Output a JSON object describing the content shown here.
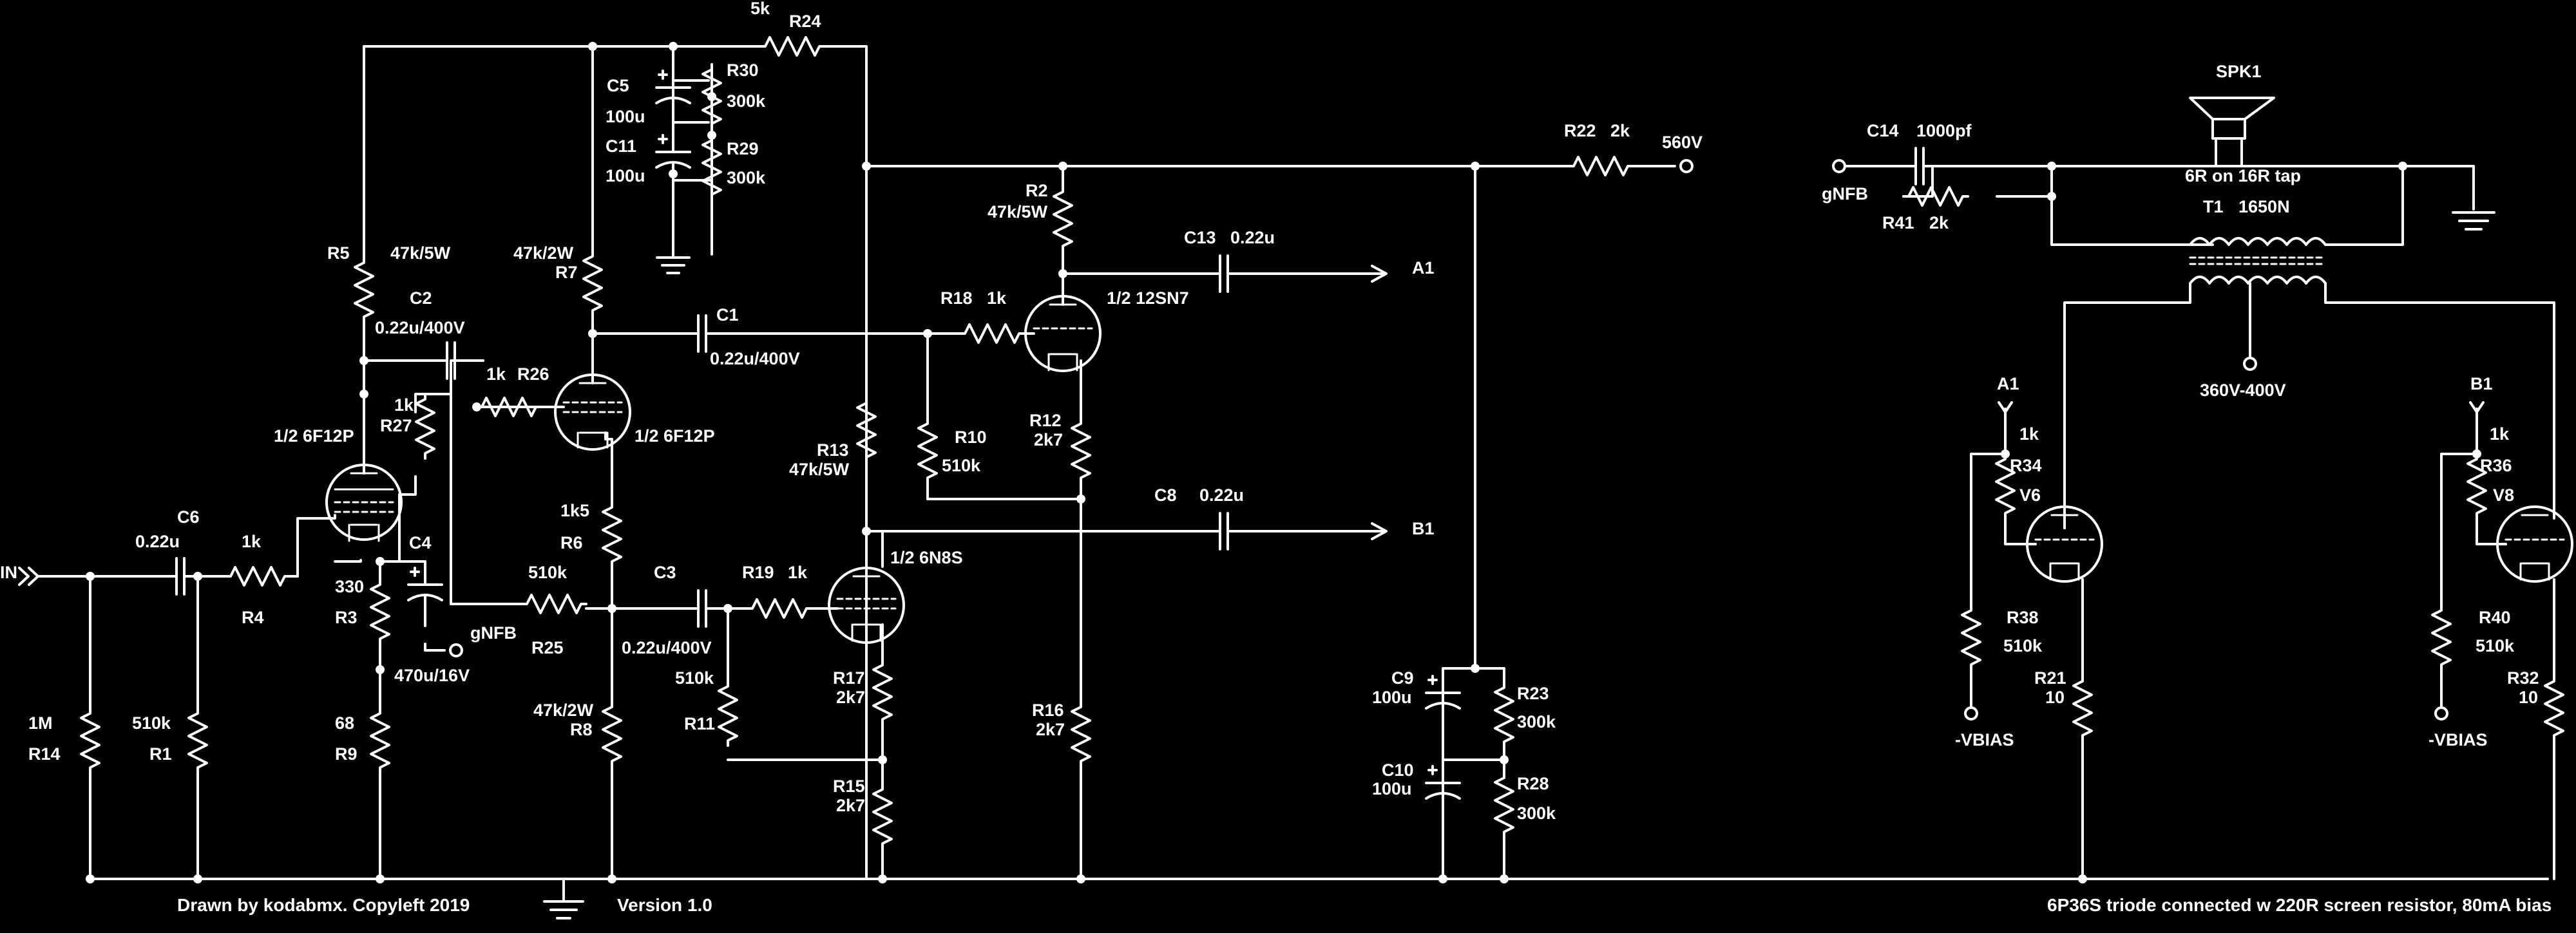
{
  "credit": "Drawn by kodabmx. Copyleft 2019",
  "version": "Version 1.0",
  "note": "6P36S triode connected w 220R screen resistor, 80mA bias",
  "labels": {
    "r24_value": "5k",
    "r24": "R24",
    "c5": "C5",
    "c5_value": "100u",
    "c11": "C11",
    "c11_value": "100u",
    "r30": "R30",
    "r30_value": "300k",
    "r29": "R29",
    "r29_value": "300k",
    "r5": "R5",
    "r5_value": "47k/5W",
    "r7_value": "47k/2W",
    "r7": "R7",
    "c2": "C2",
    "c2_value": "0.22u/400V",
    "c1": "C1",
    "c1_value": "0.22u/400V",
    "r26_value": "1k",
    "r26": "R26",
    "r27_value": "1k",
    "r27": "R27",
    "v1_label": "1/2 6F12P",
    "v2_label": "1/2 6F12P",
    "c6": "C6",
    "c6_value": "0.22u",
    "r4_value": "1k",
    "r4": "R4",
    "c4": "C4",
    "c4_value": "470u/16V",
    "r3_value": "330",
    "r3": "R3",
    "r9_value": "68",
    "r9": "R9",
    "r14_value": "1M",
    "r14": "R14",
    "r1_value": "510k",
    "r1": "R1",
    "in": "IN",
    "gnfb1": "gNFB",
    "r6_value": "1k5",
    "r6": "R6",
    "r25_value": "510k",
    "r25": "R25",
    "c3": "C3",
    "c3_value": "0.22u/400V",
    "r8_value": "47k/2W",
    "r8": "R8",
    "r19": "R19",
    "r19_value": "1k",
    "r11_value": "510k",
    "r11": "R11",
    "r13": "R13",
    "r13_value": "47k/5W",
    "v3_label": "1/2 6N8S",
    "r17": "R17",
    "r17_value": "2k7",
    "r15": "R15",
    "r15_value": "2k7",
    "r2": "R2",
    "r2_value": "47k/5W",
    "r18": "R18",
    "r18_value": "1k",
    "v4_label": "1/2 12SN7",
    "r10": "R10",
    "r10_value": "510k",
    "r12": "R12",
    "r12_value": "2k7",
    "r16": "R16",
    "r16_value": "2k7",
    "c13": "C13",
    "c13_value": "0.22u",
    "c8": "C8",
    "c8_value": "0.22u",
    "a1_out": "A1",
    "b1_out": "B1",
    "r22": "R22",
    "r22_value": "2k",
    "b_plus": "560V",
    "c9": "C9",
    "c9_value": "100u",
    "r23": "R23",
    "r23_value": "300k",
    "c10": "C10",
    "c10_value": "100u",
    "r28": "R28",
    "r28_value": "300k",
    "spk1": "SPK1",
    "spk_tap": "6R on 16R tap",
    "c14": "C14",
    "c14_value": "1000pf",
    "gnfb2": "gNFB",
    "r41": "R41",
    "r41_value": "2k",
    "t1": "T1",
    "t1_value": "1650N",
    "ct_voltage": "360V-400V",
    "a1_in": "A1",
    "r34_value": "1k",
    "r34": "R34",
    "v6": "V6",
    "r38": "R38",
    "r38_value": "510k",
    "vbias1": "-VBIAS",
    "r21": "R21",
    "r21_value": "10",
    "b1_in": "B1",
    "r36_value": "1k",
    "r36": "R36",
    "v8": "V8",
    "r40": "R40",
    "r40_value": "510k",
    "vbias2": "-VBIAS",
    "r32": "R32",
    "r32_value": "10"
  }
}
